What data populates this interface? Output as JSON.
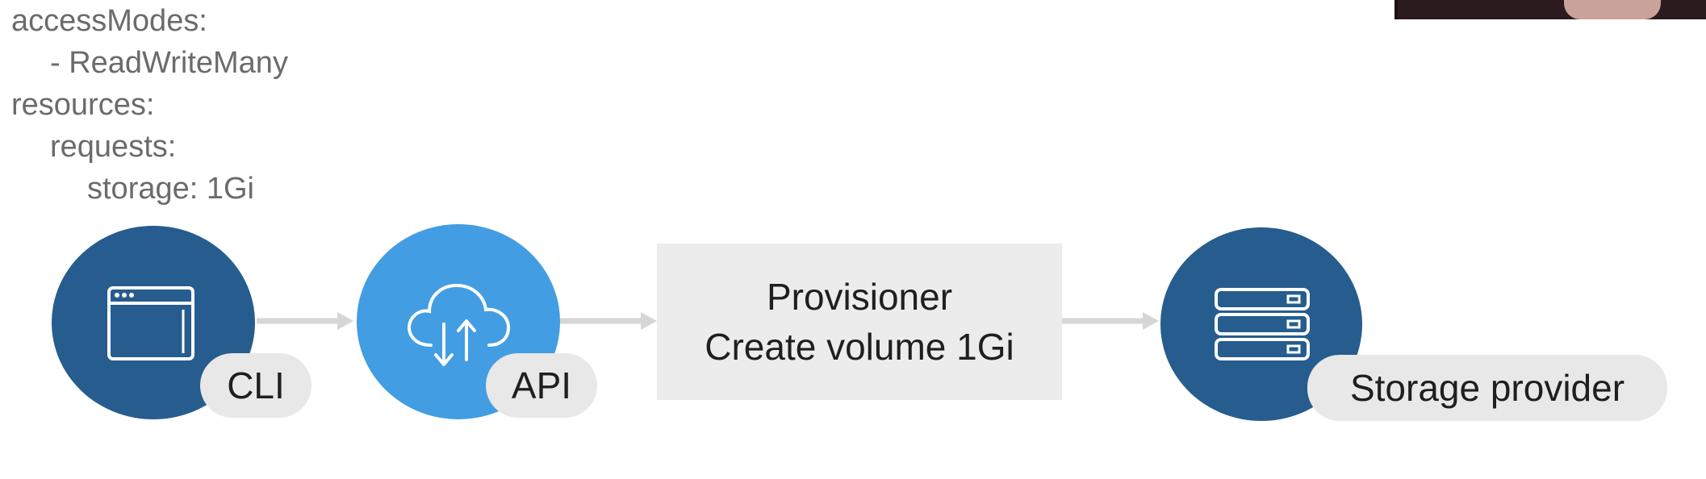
{
  "yaml": {
    "lines": [
      "accessModes:",
      "- ReadWriteMany",
      "resources:",
      "requests:",
      "storage: 1Gi"
    ]
  },
  "diagram": {
    "nodes": {
      "cli": {
        "label": "CLI",
        "icon": "browser-window-icon"
      },
      "api": {
        "label": "API",
        "icon": "cloud-upload-download-icon"
      },
      "provisioner": {
        "line1": "Provisioner",
        "line2": "Create volume 1Gi"
      },
      "storage": {
        "label": "Storage provider",
        "icon": "server-stack-icon"
      }
    },
    "colors": {
      "dark_circle": "#265d8e",
      "light_circle": "#439de2",
      "pill": "#e8e8e8",
      "box": "#ececec",
      "arrow": "#d6d6d6"
    }
  }
}
